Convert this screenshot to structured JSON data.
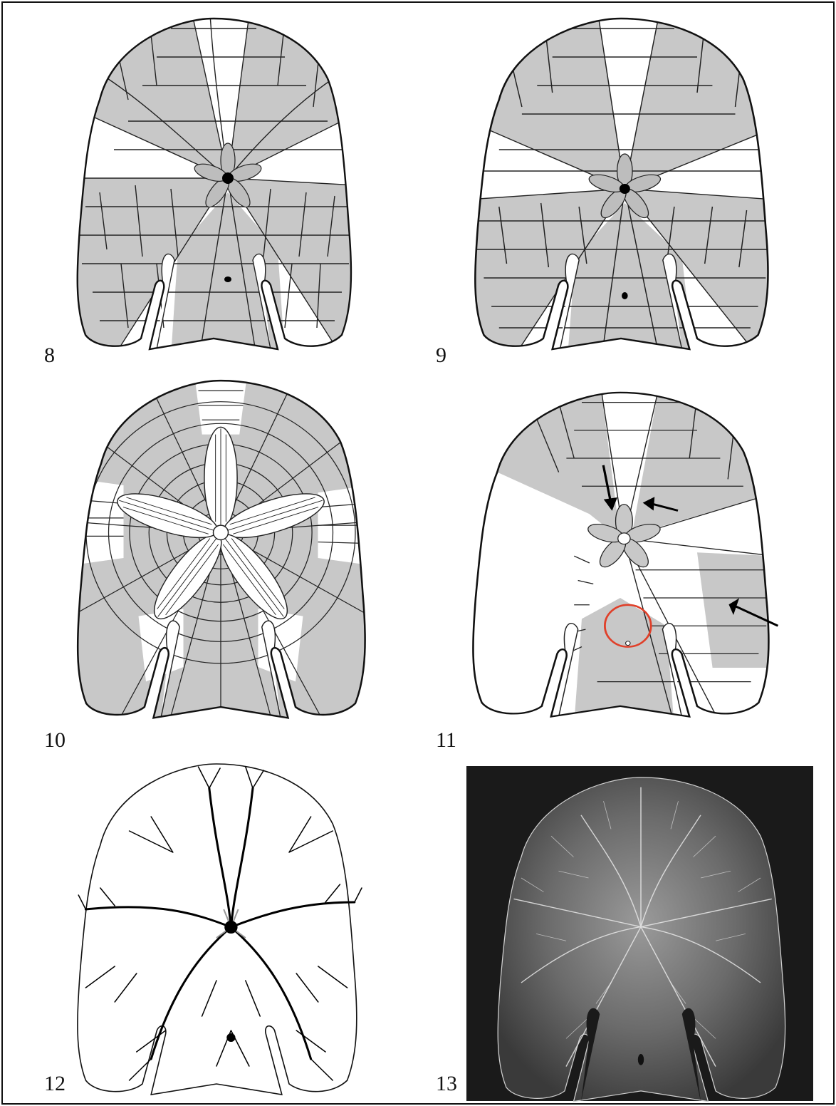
{
  "plate": {
    "panels": [
      {
        "id": "8",
        "label": "8",
        "kind": "plating-drawing",
        "view": "aboral"
      },
      {
        "id": "9",
        "label": "9",
        "kind": "plating-drawing",
        "view": "aboral"
      },
      {
        "id": "10",
        "label": "10",
        "kind": "plating-drawing-petaloid",
        "view": "aboral"
      },
      {
        "id": "11",
        "label": "11",
        "kind": "plating-drawing-annotated",
        "view": "oral",
        "annotations": [
          "arrow",
          "arrow",
          "arrow",
          "red-circle"
        ]
      },
      {
        "id": "12",
        "label": "12",
        "kind": "food-groove-drawing",
        "view": "oral"
      },
      {
        "id": "13",
        "label": "13",
        "kind": "photograph",
        "view": "oral"
      }
    ],
    "colors": {
      "plate_fill_gray": "#c8c8c8",
      "plate_fill_white": "#ffffff",
      "suture_line": "#222222",
      "outline": "#111111",
      "highlight_circle": "#e0402a",
      "photo_background": "#1a1a1a"
    }
  }
}
